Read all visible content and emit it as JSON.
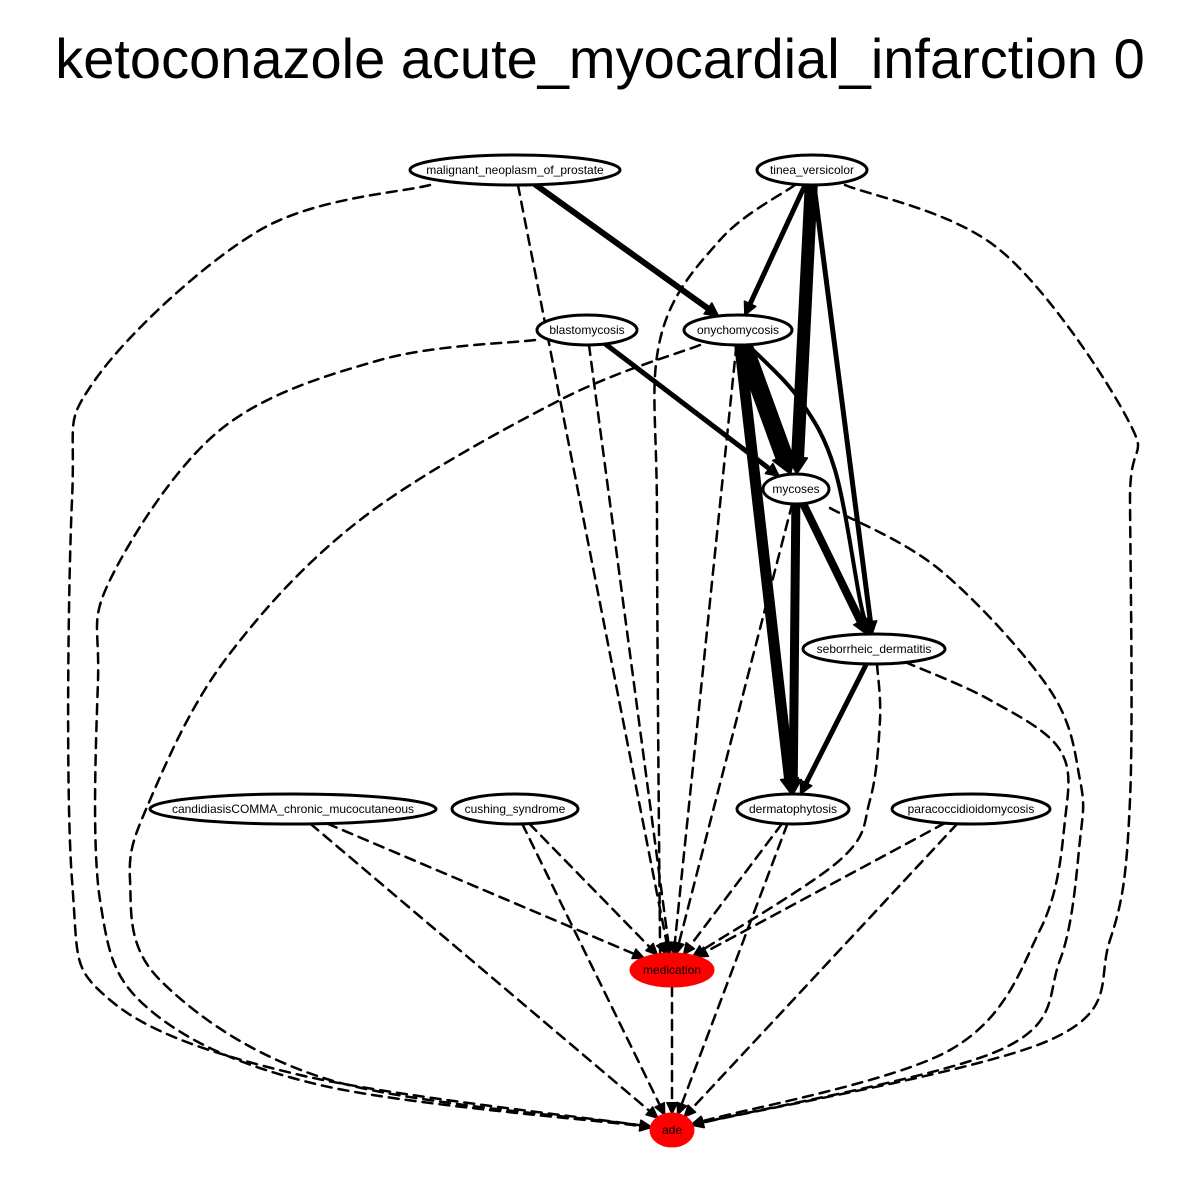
{
  "title": "ketoconazole acute_myocardial_infarction 0",
  "colors": {
    "highlight": "#ff0000",
    "stroke": "#000000",
    "node_fill": "#ffffff"
  },
  "nodes": [
    {
      "id": "malignant_neoplasm_of_prostate",
      "label": "malignant_neoplasm_of_prostate"
    },
    {
      "id": "tinea_versicolor",
      "label": "tinea_versicolor"
    },
    {
      "id": "blastomycosis",
      "label": "blastomycosis"
    },
    {
      "id": "onychomycosis",
      "label": "onychomycosis"
    },
    {
      "id": "mycoses",
      "label": "mycoses"
    },
    {
      "id": "seborrheic_dermatitis",
      "label": "seborrheic_dermatitis"
    },
    {
      "id": "candidiasis",
      "label": "candidiasisCOMMA_chronic_mucocutaneous"
    },
    {
      "id": "cushing_syndrome",
      "label": "cushing_syndrome"
    },
    {
      "id": "dermatophytosis",
      "label": "dermatophytosis"
    },
    {
      "id": "paracoccidioidomycosis",
      "label": "paracoccidioidomycosis"
    },
    {
      "id": "medication",
      "label": "medication",
      "highlight": true
    },
    {
      "id": "ade",
      "label": "ade",
      "highlight": true
    }
  ],
  "edges": [
    {
      "from": "malignant_neoplasm_of_prostate",
      "to": "onychomycosis",
      "style": "solid",
      "weight": 6
    },
    {
      "from": "tinea_versicolor",
      "to": "onychomycosis",
      "style": "solid",
      "weight": 5
    },
    {
      "from": "tinea_versicolor",
      "to": "mycoses",
      "style": "solid",
      "weight": 13
    },
    {
      "from": "tinea_versicolor",
      "to": "seborrheic_dermatitis",
      "style": "solid",
      "weight": 5
    },
    {
      "from": "blastomycosis",
      "to": "mycoses",
      "style": "solid",
      "weight": 5
    },
    {
      "from": "onychomycosis",
      "to": "mycoses",
      "style": "solid",
      "weight": 18
    },
    {
      "from": "onychomycosis",
      "to": "dermatophytosis",
      "style": "solid",
      "weight": 11
    },
    {
      "from": "onychomycosis",
      "to": "seborrheic_dermatitis",
      "style": "solid",
      "weight": 4
    },
    {
      "from": "mycoses",
      "to": "dermatophytosis",
      "style": "solid",
      "weight": 9
    },
    {
      "from": "mycoses",
      "to": "seborrheic_dermatitis",
      "style": "solid",
      "weight": 8
    },
    {
      "from": "seborrheic_dermatitis",
      "to": "dermatophytosis",
      "style": "solid",
      "weight": 5
    },
    {
      "from": "malignant_neoplasm_of_prostate",
      "to": "medication",
      "style": "dashed",
      "weight": 2.5
    },
    {
      "from": "malignant_neoplasm_of_prostate",
      "to": "ade",
      "style": "dashed",
      "weight": 2.5
    },
    {
      "from": "tinea_versicolor",
      "to": "medication",
      "style": "dashed",
      "weight": 2.5
    },
    {
      "from": "tinea_versicolor",
      "to": "ade",
      "style": "dashed",
      "weight": 2.5
    },
    {
      "from": "blastomycosis",
      "to": "medication",
      "style": "dashed",
      "weight": 2.5
    },
    {
      "from": "blastomycosis",
      "to": "ade",
      "style": "dashed",
      "weight": 2.5
    },
    {
      "from": "onychomycosis",
      "to": "medication",
      "style": "dashed",
      "weight": 2.5
    },
    {
      "from": "onychomycosis",
      "to": "ade",
      "style": "dashed",
      "weight": 2.5
    },
    {
      "from": "mycoses",
      "to": "medication",
      "style": "dashed",
      "weight": 2.5
    },
    {
      "from": "mycoses",
      "to": "ade",
      "style": "dashed",
      "weight": 2.5
    },
    {
      "from": "seborrheic_dermatitis",
      "to": "medication",
      "style": "dashed",
      "weight": 2.5
    },
    {
      "from": "seborrheic_dermatitis",
      "to": "ade",
      "style": "dashed",
      "weight": 2.5
    },
    {
      "from": "candidiasis",
      "to": "medication",
      "style": "dashed",
      "weight": 2.5
    },
    {
      "from": "candidiasis",
      "to": "ade",
      "style": "dashed",
      "weight": 2.5
    },
    {
      "from": "cushing_syndrome",
      "to": "medication",
      "style": "dashed",
      "weight": 2.5
    },
    {
      "from": "cushing_syndrome",
      "to": "ade",
      "style": "dashed",
      "weight": 2.5
    },
    {
      "from": "dermatophytosis",
      "to": "medication",
      "style": "dashed",
      "weight": 2.5
    },
    {
      "from": "dermatophytosis",
      "to": "ade",
      "style": "dashed",
      "weight": 2.5
    },
    {
      "from": "paracoccidioidomycosis",
      "to": "medication",
      "style": "dashed",
      "weight": 2.5
    },
    {
      "from": "paracoccidioidomycosis",
      "to": "ade",
      "style": "dashed",
      "weight": 2.5
    },
    {
      "from": "medication",
      "to": "ade",
      "style": "dashed",
      "weight": 2.5
    }
  ]
}
